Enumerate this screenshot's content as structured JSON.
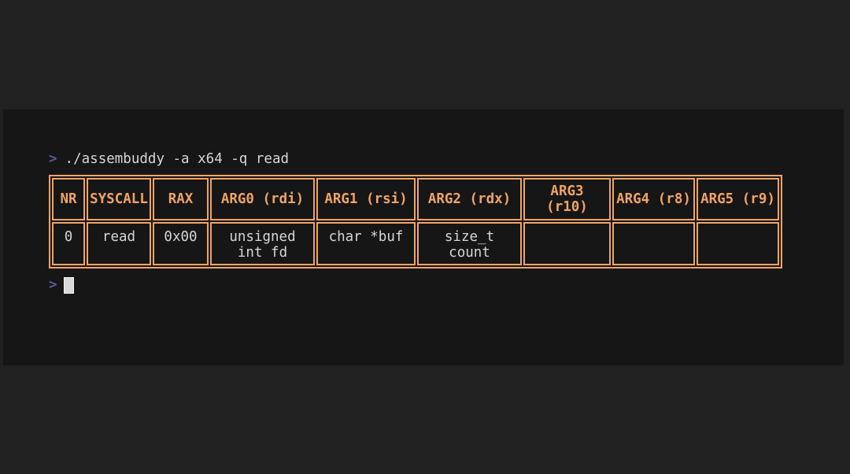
{
  "theme": {
    "outer_bg": "#212121",
    "panel_bg": "#161616",
    "accent": "#efa466",
    "text": "#d6d6d6",
    "prompt": "#585d9f",
    "cursor": "#d9d9d9"
  },
  "terminal": {
    "command_line": {
      "prompt": ">",
      "command": "./assembuddy -a x64 -q read"
    },
    "syscall_table": {
      "headers": [
        "NR",
        "SYSCALL",
        "RAX",
        "ARG0 (rdi)",
        "ARG1 (rsi)",
        "ARG2 (rdx)",
        "ARG3 (r10)",
        "ARG4 (r8)",
        "ARG5 (r9)"
      ],
      "rows": [
        [
          "0",
          "read",
          "0x00",
          "unsigned int fd",
          "char *buf",
          "size_t count",
          "",
          "",
          ""
        ]
      ]
    },
    "input_line": {
      "prompt": ">"
    }
  }
}
